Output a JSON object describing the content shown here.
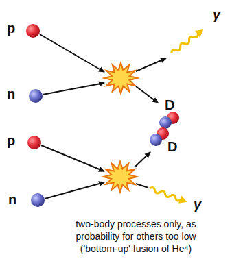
{
  "diagram": {
    "caption": "two-body processes only, as probability for others too low ('bottom-up' fusion of He⁴)",
    "labels": [
      "p",
      "n",
      "γ",
      "D",
      "p",
      "D",
      "n",
      "γ"
    ]
  }
}
